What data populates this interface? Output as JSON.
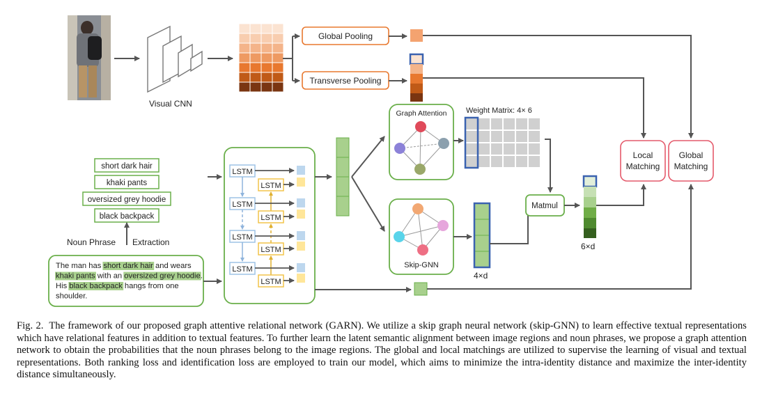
{
  "visual": {
    "cnn_label": "Visual CNN",
    "global_pooling": "Global Pooling",
    "transverse_pooling": "Transverse Pooling"
  },
  "textual": {
    "phrases": [
      "short dark hair",
      "khaki pants",
      "oversized grey hoodie",
      "black backpack"
    ],
    "extraction_left": "Noun Phrase",
    "extraction_right": "Extraction",
    "sentence_lines": [
      [
        {
          "t": "The man has ",
          "h": false
        },
        {
          "t": "short dark hair",
          "h": true
        },
        {
          "t": " and wears",
          "h": false
        }
      ],
      [
        {
          "t": "khaki pants",
          "h": true
        },
        {
          "t": " with an ",
          "h": false
        },
        {
          "t": "oversized grey hoodie",
          "h": true
        },
        {
          "t": ".",
          "h": false
        }
      ],
      [
        {
          "t": "His ",
          "h": false
        },
        {
          "t": "black backpack",
          "h": true
        },
        {
          "t": " hangs from one",
          "h": false
        }
      ],
      [
        {
          "t": "shoulder.",
          "h": false
        }
      ]
    ],
    "lstm_label": "LSTM"
  },
  "graph": {
    "graph_attention": "Graph Attention",
    "weight_matrix": "Weight Matrix:  4× 6",
    "skip_gnn": "Skip-GNN",
    "dim_4xd": "4×d",
    "matmul": "Matmul",
    "dim_6xd": "6×d",
    "local_matching": [
      "Local",
      "Matching"
    ],
    "global_matching": [
      "Global",
      "Matching"
    ]
  },
  "colors": {
    "orange_border": "#e8782f",
    "green_border": "#6aaf4a",
    "red_border": "#e45a6b",
    "blue_border": "#3a62b0",
    "light_green_fill": "#a8d08d",
    "lstm_blue": "#9dc3e6",
    "lstm_yellow": "#f2c44a"
  },
  "caption": {
    "fig": "Fig. 2.",
    "text": "The framework of our proposed graph attentive relational network (GARN). We utilize a skip graph neural network (skip-GNN) to learn effective textual representations which have relational features in addition to textual features. To further learn the latent semantic alignment between image regions and noun phrases, we propose a graph attention network to obtain the probabilities that the noun phrases belong to the image regions. The global and local matchings are utilized to supervise the learning of visual and textual representations. Both ranking loss and identification loss are employed to train our model, which aims to minimize the intra-identity distance and maximize the inter-identity distance simultaneously."
  }
}
